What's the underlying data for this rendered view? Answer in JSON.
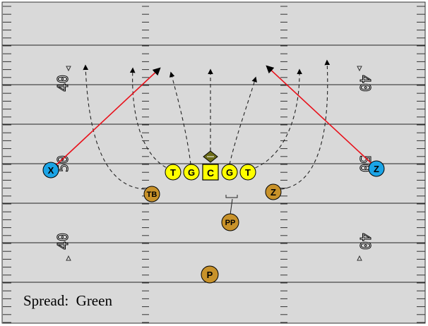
{
  "diagram": {
    "caption": "Spread:  Green",
    "field_numbers": {
      "top_left": "40",
      "top_right": "40",
      "mid_left": "50",
      "mid_right": "50",
      "bottom_left": "40",
      "bottom_right": "40"
    },
    "players": {
      "left_tackle": "T",
      "left_guard": "G",
      "center": "C",
      "right_guard": "G",
      "right_tackle": "T",
      "x_receiver": "X",
      "z_receiver": "Z",
      "slot_z": "Z",
      "tailback": "TB",
      "personal_protector": "PP",
      "punter": "P"
    },
    "colors": {
      "field_bg": "#d9d9d9",
      "line": "#000000",
      "lineman": "#ffff00",
      "receiver": "#1ba4e6",
      "back": "#c8922a",
      "route_red": "#e8101a",
      "ball": "#6b6b18"
    }
  }
}
